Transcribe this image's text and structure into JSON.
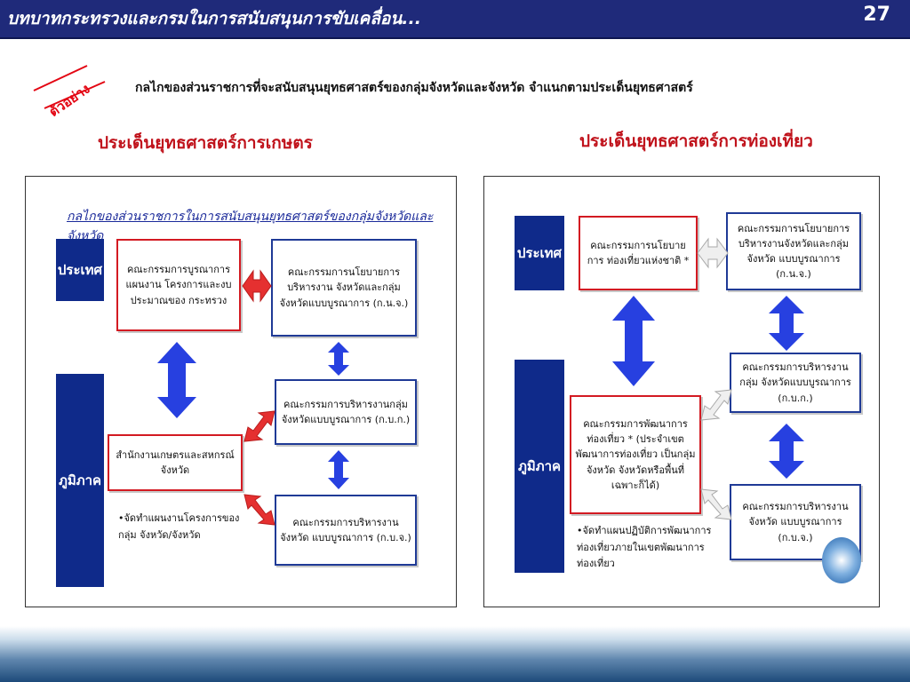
{
  "header": {
    "title": "บทบาทกระทรวงและกรมในการสนับสนุนการขับเคลื่อน...",
    "page_number": "27"
  },
  "example_badge": "ตัวอย่าง",
  "subtitle": "กลไกของส่วนราชการที่จะสนับสนุนยุทธศาสตร์ของกลุ่มจังหวัดและจังหวัด จำแนกตามประเด็นยุทธศาสตร์",
  "left_panel": {
    "section_title": "ประเด็นยุทธศาสตร์การเกษตร",
    "inner_title": "กลไกของส่วนราชการในการสนับสนุนยุทธศาสตร์ของกลุ่มจังหวัดและจังหวัด",
    "side_national": "ประเทศ",
    "side_regional": "ภูมิภาค",
    "box_ministry": "คณะกรรมการบูรณาการแผนงาน โครงการและงบประมาณของ กระทรวง",
    "box_knj": "คณะกรรมการนโยบายการบริหารงาน จังหวัดและกลุ่มจังหวัดแบบบูรณาการ (ก.น.จ.)",
    "box_kbk": "คณะกรรมการบริหารงานกลุ่ม จังหวัดแบบบูรณาการ (ก.บ.ก.)",
    "box_provincial_office": "สำนักงานเกษตรและสหกรณ์จังหวัด",
    "box_kbj": "คณะกรรมการบริหารงานจังหวัด แบบบูรณาการ (ก.บ.จ.)",
    "note": "•จัดทำแผนงานโครงการของกลุ่ม จังหวัด/จังหวัด"
  },
  "right_panel": {
    "section_title": "ประเด็นยุทธศาสตร์การท่องเที่ยว",
    "side_national": "ประเทศ",
    "side_regional": "ภูมิภาค",
    "box_policy": "คณะกรรมการนโยบายการ ท่องเที่ยวแห่งชาติ *",
    "box_knj": "คณะกรรมการนโยบายการ บริหารงานจังหวัดและกลุ่มจังหวัด แบบบูรณาการ (ก.น.จ.)",
    "box_kbk": "คณะกรรมการบริหารงานกลุ่ม จังหวัดแบบบูรณาการ (ก.บ.ก.)",
    "box_development": "คณะกรรมการพัฒนาการ ท่องเที่ยว * (ประจำเขตพัฒนาการท่องเที่ยว เป็นกลุ่มจังหวัด จังหวัดหรือพื้นที่ เฉพาะก็ได้)",
    "box_kbj": "คณะกรรมการบริหารงานจังหวัด แบบบูรณาการ (ก.บ.จ.)",
    "note": "•จัดทำแผนปฏิบัติการพัฒนาการ ท่องเที่ยวภายในเขตพัฒนาการ ท่องเที่ยว"
  },
  "colors": {
    "header": "#1f2a7a",
    "accent_red": "#d31a22",
    "side_blue": "#0f2a8a",
    "arrow_blue": "#2740e0"
  }
}
